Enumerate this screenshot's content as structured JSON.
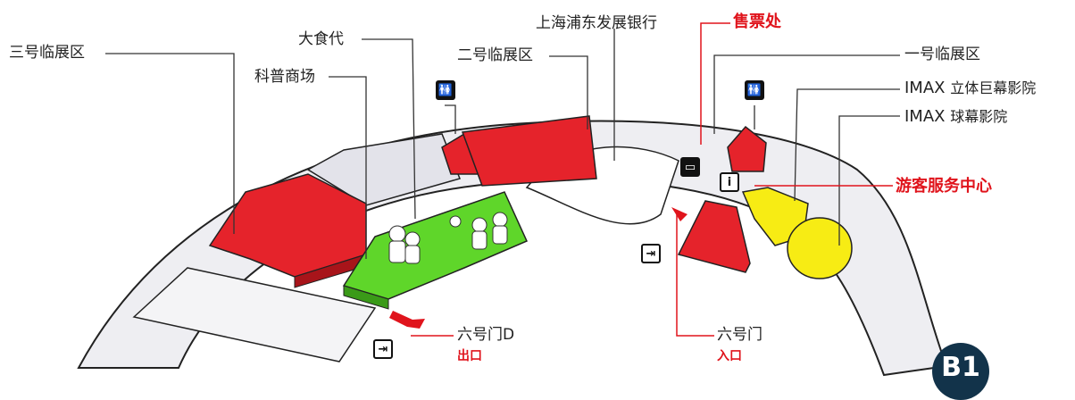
{
  "floor": "B1",
  "labels": {
    "hall3": "三号临展区",
    "food_line1": "大食代",
    "food_line2": "科普商场",
    "hall2": "二号临展区",
    "bank": "上海浦东发展银行",
    "ticket": "售票处",
    "hall1": "一号临展区",
    "imax3d_en": "IMAX",
    "imax3d_cn": "立体巨幕影院",
    "imaxdome_en": "IMAX",
    "imaxdome_cn": "球幕影院",
    "service": "游客服务中心",
    "gate6d": "六号门D",
    "exit": "出口",
    "gate6": "六号门",
    "entrance": "入口"
  },
  "icons": [
    "restroom-icon",
    "restroom-icon",
    "exit-door-icon",
    "entrance-door-icon",
    "ticket-icon",
    "information-icon"
  ],
  "colors": {
    "exhibition": "#e5232b",
    "shopping": "#5fd62a",
    "cinema": "#f7ec14",
    "corridor": "#e9e9ee",
    "outline": "#222222",
    "leader": "#333333",
    "accent_line": "#e0141c"
  }
}
